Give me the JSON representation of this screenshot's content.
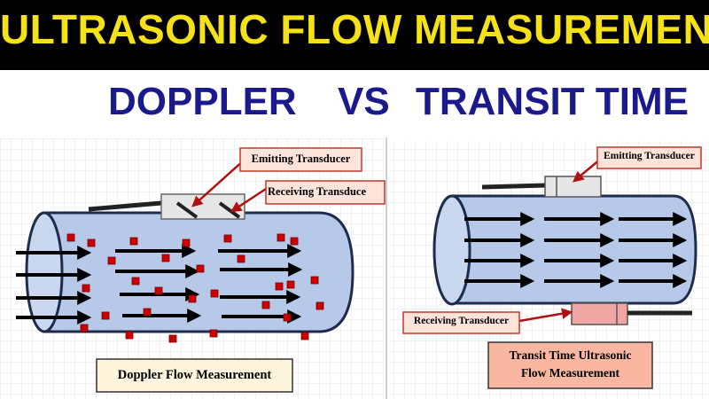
{
  "banner": {
    "title": "ULTRASONIC FLOW MEASUREMENT"
  },
  "subtitle": {
    "left": "DOPPLER",
    "middle": "VS",
    "right": "TRANSIT TIME"
  },
  "doppler": {
    "label_emitting": "Emitting Transducer",
    "label_receiving": "Receiving  Transduce",
    "caption": "Doppler Flow Measurement"
  },
  "transit": {
    "label_emitting": "Emitting Transducer",
    "label_receiving": "Receiving  Transducer",
    "caption_line1": "Transit Time Ultrasonic",
    "caption_line2": "Flow Measurement"
  },
  "colors": {
    "banner_bg": "#000000",
    "banner_text": "#f5e216",
    "subtitle_text": "#1a1a8c",
    "pipe_fill": "#b7c9e8",
    "pipe_stroke": "#1f2b4d",
    "particle": "#cc0000",
    "label_box": "#fde4da",
    "label_border": "#c0392b",
    "arrow": "#000000",
    "emitter_box": "#e6e6e6",
    "receiver_box": "#f2a5a5",
    "caption_left_bg": "#fff4dc",
    "caption_right_bg": "#f9b7a2"
  }
}
